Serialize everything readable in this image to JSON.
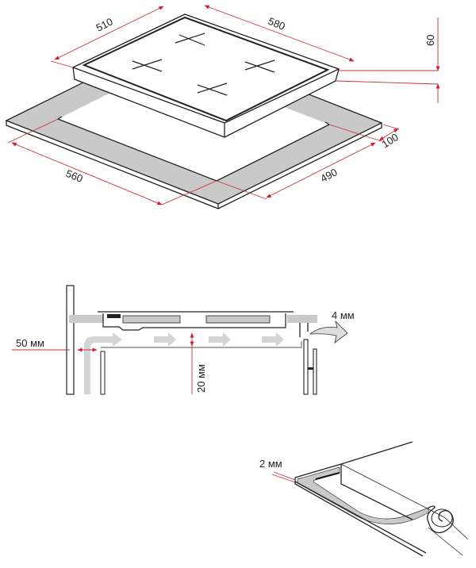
{
  "colors": {
    "dimension": "#c8323c",
    "fill_gray": "#c9c9c9",
    "line": "#222222",
    "airflow": "#d4d4d4"
  },
  "top_view": {
    "dim_depth_hob": "510",
    "dim_width_hob": "580",
    "dim_height_hob": "60",
    "dim_width_cutout": "560",
    "dim_depth_cutout": "490",
    "dim_margin": "100"
  },
  "section_view": {
    "dim_side_gap": "50 мм",
    "dim_air_gap": "20 мм",
    "dim_vent_gap": "4 мм"
  },
  "seal_view": {
    "dim_seal": "2 мм"
  }
}
